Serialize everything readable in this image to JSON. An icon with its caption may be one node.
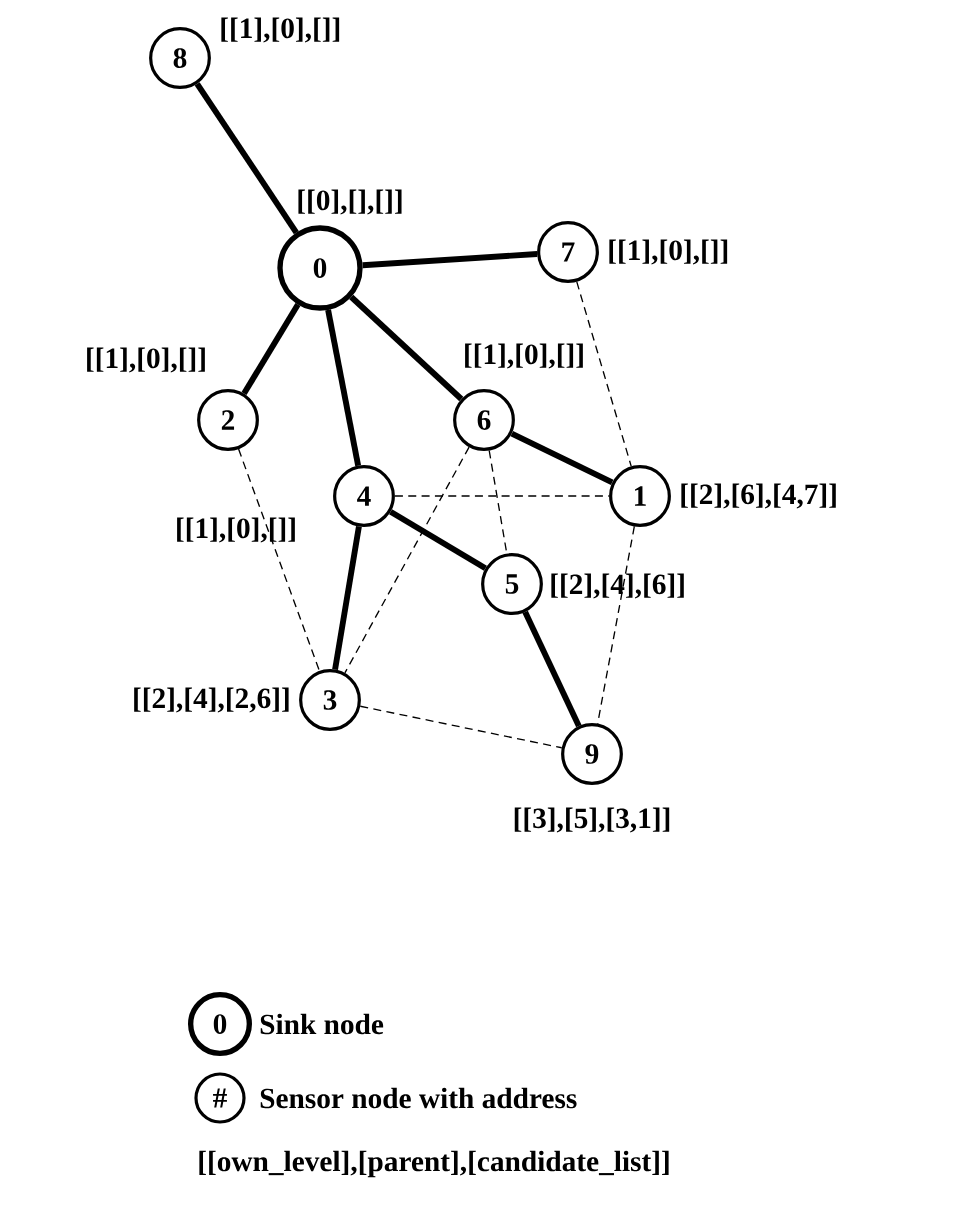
{
  "diagram": {
    "nodes": [
      {
        "text": [
          "0"
        ],
        "beside": [
          "[[0],[],[]]"
        ]
      },
      {
        "text": [
          "1"
        ],
        "beside": [
          "[[2],[6],[4,7]]"
        ]
      },
      {
        "text": [
          "2"
        ],
        "beside": [
          "[[1],[0],[]]"
        ]
      },
      {
        "text": [
          "3"
        ],
        "beside": [
          "[[2],[4],[2,6]]"
        ]
      },
      {
        "text": [
          "4"
        ],
        "beside": [
          "[[1],[0],[]]"
        ]
      },
      {
        "text": [
          "5"
        ],
        "beside": [
          "[[2],[4],[6]]"
        ]
      },
      {
        "text": [
          "6"
        ],
        "beside": [
          "[[1],[0],[]]"
        ]
      },
      {
        "text": [
          "7"
        ],
        "beside": [
          "[[1],[0],[]]"
        ]
      },
      {
        "text": [
          "8"
        ],
        "beside": [
          "[[1],[0],[]]"
        ]
      },
      {
        "text": [
          "9"
        ],
        "beside": [
          "[[3],[5],[3,1]]"
        ]
      }
    ],
    "edges": [
      {
        "from": 8,
        "to": 0,
        "arrow": "none"
      },
      {
        "from": 0,
        "to": 7,
        "arrow": "none"
      },
      {
        "from": 0,
        "to": 2,
        "arrow": "none"
      },
      {
        "from": 0,
        "to": 4,
        "arrow": "none"
      },
      {
        "from": 0,
        "to": 6,
        "arrow": "none"
      },
      {
        "from": 6,
        "to": 1,
        "arrow": "none"
      },
      {
        "from": 4,
        "to": 5,
        "arrow": "none"
      },
      {
        "from": 4,
        "to": 3,
        "arrow": "none"
      },
      {
        "from": 5,
        "to": 9,
        "arrow": "none"
      },
      {
        "from": 7,
        "to": 1,
        "arrow": "none",
        "style": "dashed"
      },
      {
        "from": 2,
        "to": 3,
        "arrow": "none",
        "style": "dashed"
      },
      {
        "from": 6,
        "to": 3,
        "arrow": "none",
        "style": "dashed"
      },
      {
        "from": 6,
        "to": 5,
        "arrow": "none",
        "style": "dashed"
      },
      {
        "from": 4,
        "to": 1,
        "arrow": "none",
        "style": "dashed"
      },
      {
        "from": 3,
        "to": 9,
        "arrow": "none",
        "style": "dashed"
      },
      {
        "from": 1,
        "to": 9,
        "arrow": "none",
        "style": "dashed"
      }
    ],
    "labels": [
      "0",
      "#",
      "[[own_level],[parent],[candidate_list]]"
    ],
    "legend": [
      {
        "text": "Sink node"
      },
      {
        "text": "Sensor node with address"
      }
    ]
  }
}
